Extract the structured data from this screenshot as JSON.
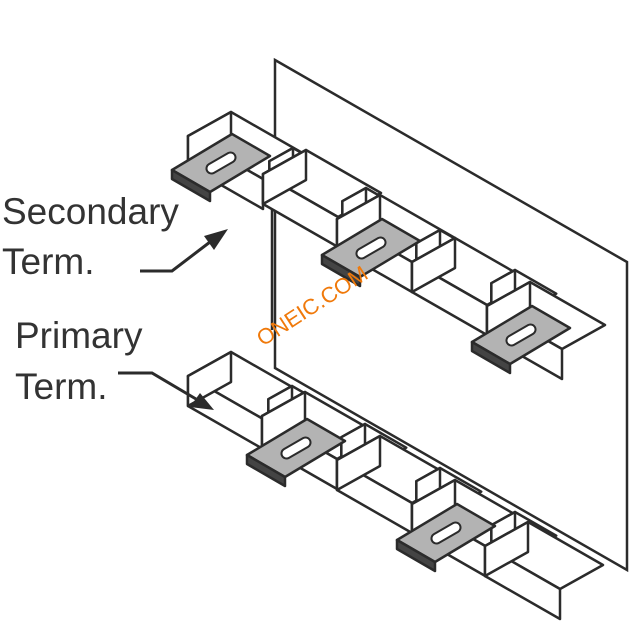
{
  "labels": {
    "secondary_line1": "Secondary",
    "secondary_line2": "Term.",
    "primary_line1": "Primary",
    "primary_line2": "Term."
  },
  "watermark": "ONEIC.COM",
  "colors": {
    "outline": "#2b2b2b",
    "block_fill": "#ffffff",
    "tab_fill": "#b3b3b3",
    "tab_dark": "#444444",
    "text": "#333333",
    "watermark": "#f0790a"
  },
  "terminals": {
    "secondary_count": 3,
    "primary_count": 2
  }
}
